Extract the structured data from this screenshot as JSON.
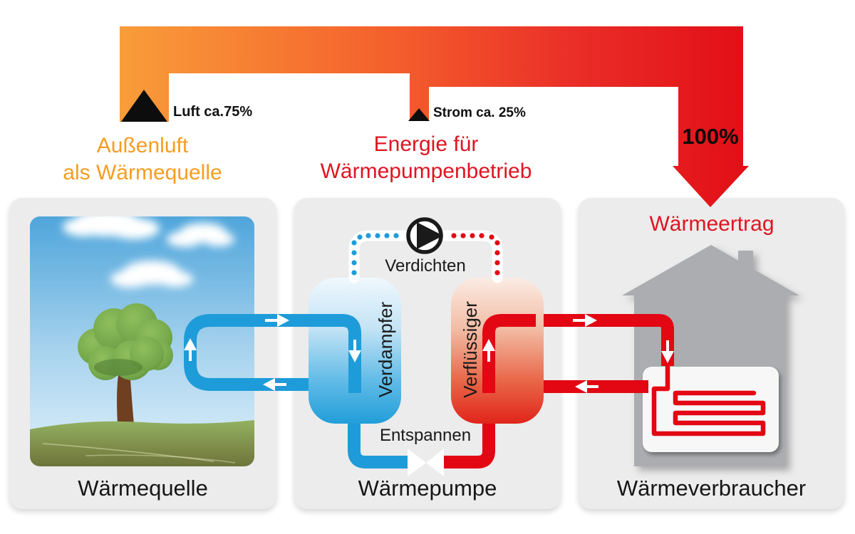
{
  "flow": {
    "air_input_label": "Luft ca.75%",
    "electricity_input_label": "Strom ca. 25%",
    "output_percent": "100%"
  },
  "headings": {
    "source_line1": "Außenluft",
    "source_line2": "als Wärmequelle",
    "energy_line1": "Energie für",
    "energy_line2": "Wärmepumpenbetrieb",
    "yield_title": "Wärmeertrag"
  },
  "panels": [
    {
      "caption": "Wärmequelle"
    },
    {
      "caption": "Wärmepumpe"
    },
    {
      "caption": "Wärmeverbraucher"
    }
  ],
  "heat_pump": {
    "compressor_label": "Verdichten",
    "expansion_label": "Entspannen",
    "evaporator_label": "Verdampfer",
    "condenser_label": "Verflüssiger"
  },
  "colors": {
    "band_orange": "#F89C38",
    "band_mid": "#F1562B",
    "band_red": "#E30E16",
    "orange_text": "#F59D20",
    "red_text": "#E01421",
    "cold_blue": "#1E9CD9",
    "hot_red": "#E30613",
    "panel_gray": "#ECECEC",
    "house_gray": "#ABADB0"
  }
}
